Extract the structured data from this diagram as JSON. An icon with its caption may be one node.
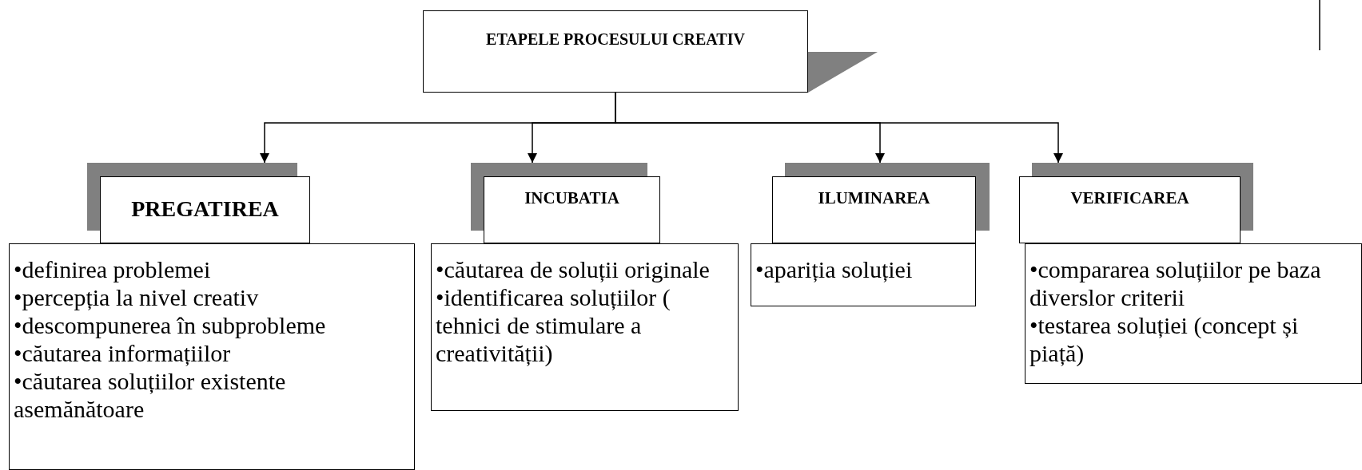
{
  "diagram": {
    "nodes": [
      {
        "text": [
          "ETAPELE PROCESULUI CREATIV"
        ]
      },
      {
        "text": [
          "PREGATIREA"
        ]
      },
      {
        "text": [
          "INCUBATIA"
        ]
      },
      {
        "text": [
          "ILUMINAREA"
        ]
      },
      {
        "text": [
          "VERIFICAREA"
        ]
      },
      {
        "text": [
          "•definirea problemei",
          "•percepția la nivel creativ",
          "•descompunerea în subprobleme",
          "•căutarea informațiilor",
          "•căutarea soluțiilor existente asemănătoare"
        ]
      },
      {
        "text": [
          "•căutarea de soluții originale",
          "•identificarea soluțiilor ( tehnici de stimulare a creativității)"
        ]
      },
      {
        "text": [
          "•apariția soluției"
        ]
      },
      {
        "text": [
          "•compararea soluțiilor pe baza diverslor criterii",
          "•testarea soluției (concept și piață)"
        ]
      }
    ],
    "edges": [
      {
        "from": 0,
        "to": 1,
        "arrow": "to"
      },
      {
        "from": 0,
        "to": 2,
        "arrow": "to"
      },
      {
        "from": 0,
        "to": 3,
        "arrow": "to"
      },
      {
        "from": 0,
        "to": 4,
        "arrow": "to"
      }
    ]
  }
}
